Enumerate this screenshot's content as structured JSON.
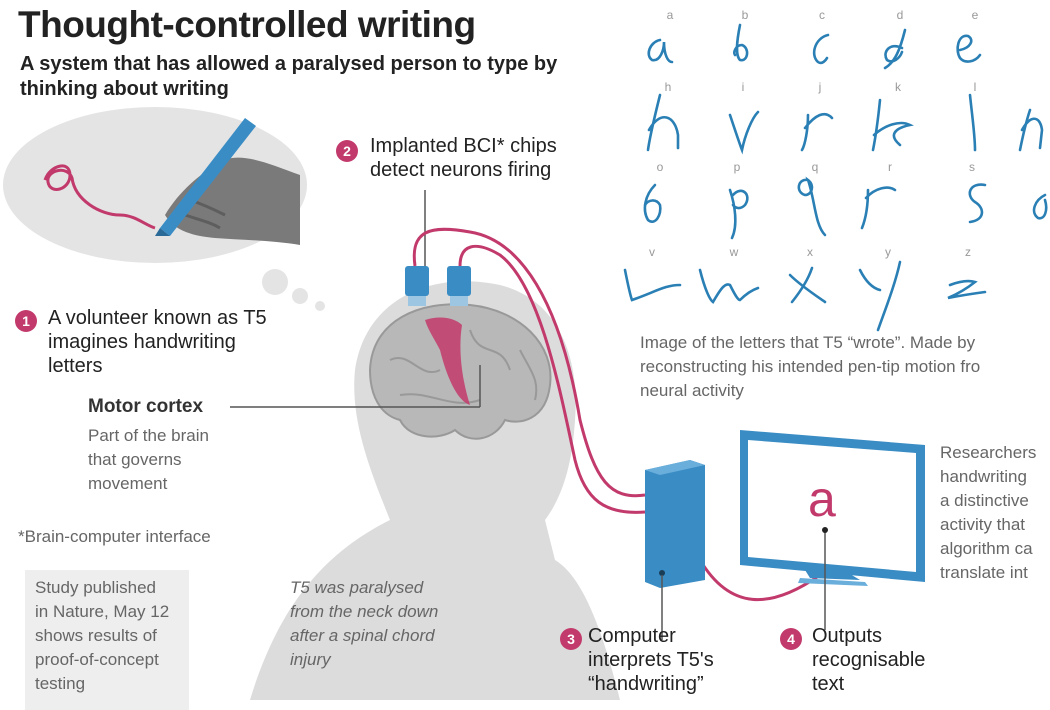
{
  "title": "Thought-controlled writing",
  "subtitle": "A system that has allowed a paralysed person to type by thinking about writing",
  "steps": {
    "s1": {
      "num": "1",
      "line1": "A volunteer known as T5",
      "line2": "imagines handwriting",
      "line3": "letters"
    },
    "s2": {
      "num": "2",
      "line1": "Implanted BCI* chips",
      "line2": "detect neurons firing"
    },
    "s3": {
      "num": "3",
      "line1": "Computer",
      "line2": "interprets T5's",
      "line3": "“handwriting”"
    },
    "s4": {
      "num": "4",
      "line1": "Outputs",
      "line2": "recognisable",
      "line3": "text"
    }
  },
  "motor_cortex": {
    "title": "Motor cortex",
    "desc1": "Part of the brain",
    "desc2": "that governs",
    "desc3": "movement"
  },
  "footnote": "*Brain-computer interface",
  "study": {
    "l1": "Study published",
    "l2": "in Nature, May 12",
    "l3": "shows results of",
    "l4": "proof-of-concept",
    "l5": "testing"
  },
  "t5_note": {
    "l1": "T5 was paralysed",
    "l2": "from the neck down",
    "l3": "after a  spinal chord",
    "l4": "injury"
  },
  "letters_caption": {
    "l1": "Image of the letters that T5 “wrote”.  Made by",
    "l2": "reconstructing his intended pen-tip motion fro",
    "l3": "neural activity"
  },
  "researchers": {
    "l1": "Researchers",
    "l2": "handwriting",
    "l3": "a distinctive",
    "l4": "activity that",
    "l5": "algorithm ca",
    "l6": "translate int"
  },
  "screen_letter": "a",
  "letter_labels": [
    "a",
    "b",
    "c",
    "d",
    "e",
    "h",
    "i",
    "j",
    "k",
    "l",
    "o",
    "p",
    "q",
    "r",
    "s",
    "v",
    "w",
    "x",
    "y",
    "z"
  ],
  "colors": {
    "accent": "#c23a6b",
    "blue": "#3a8cc4",
    "gray": "#888888",
    "ink": "#2a7fb5"
  }
}
